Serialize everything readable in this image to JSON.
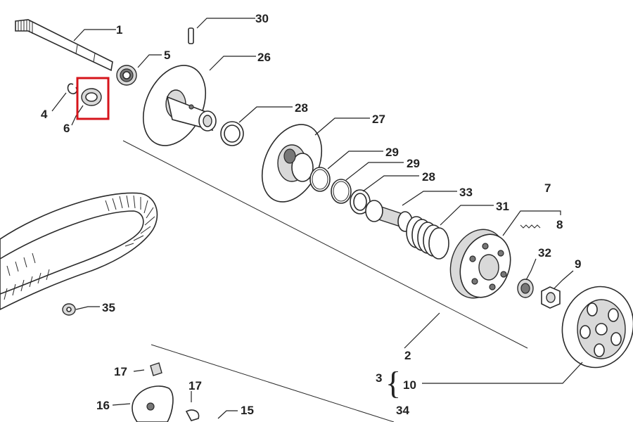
{
  "diagram": {
    "labels": {
      "p1": "1",
      "p2": "2",
      "p3": "3",
      "p4": "4",
      "p5": "5",
      "p6": "6",
      "p7": "7",
      "p8": "8",
      "p9": "9",
      "p10": "10",
      "p15": "15",
      "p16": "16",
      "p17a": "17",
      "p17b": "17",
      "p26": "26",
      "p27": "27",
      "p28a": "28",
      "p28b": "28",
      "p29a": "29",
      "p29b": "29",
      "p30": "30",
      "p31": "31",
      "p32": "32",
      "p33": "33",
      "p34": "34",
      "p35": "35"
    },
    "brace": "{",
    "highlight_color": "#d6141b"
  }
}
